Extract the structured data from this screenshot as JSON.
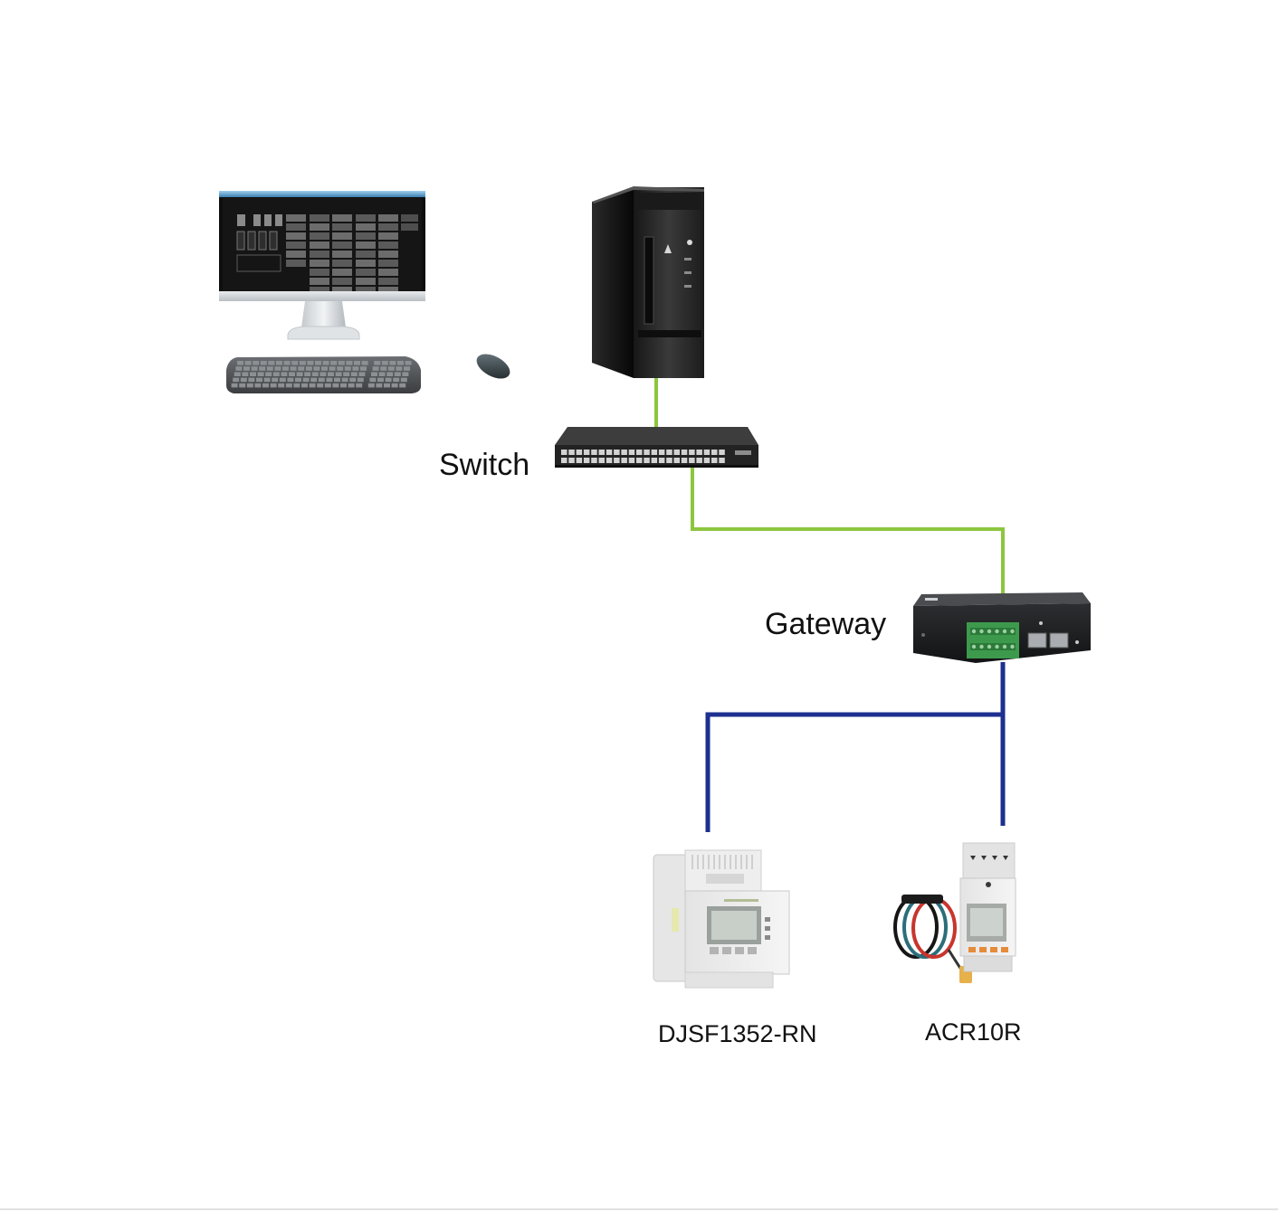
{
  "diagram": {
    "workstation": {
      "icons": [
        "monitor-icon",
        "keyboard-icon",
        "mouse-icon"
      ]
    },
    "server": {
      "icon": "server-tower-icon"
    },
    "switch": {
      "icon": "network-switch-icon",
      "label": "Switch"
    },
    "gateway": {
      "icon": "gateway-icon",
      "label": "Gateway"
    },
    "meter_1": {
      "icon": "energy-meter-icon",
      "label": "DJSF1352-RN"
    },
    "meter_2": {
      "icon": "energy-meter-icon",
      "accessory_icon": "rogowski-coil-icon",
      "label": "ACR10R"
    },
    "colors": {
      "upper_link": "#8cc63f",
      "lower_link": "#1d2f8f"
    }
  }
}
